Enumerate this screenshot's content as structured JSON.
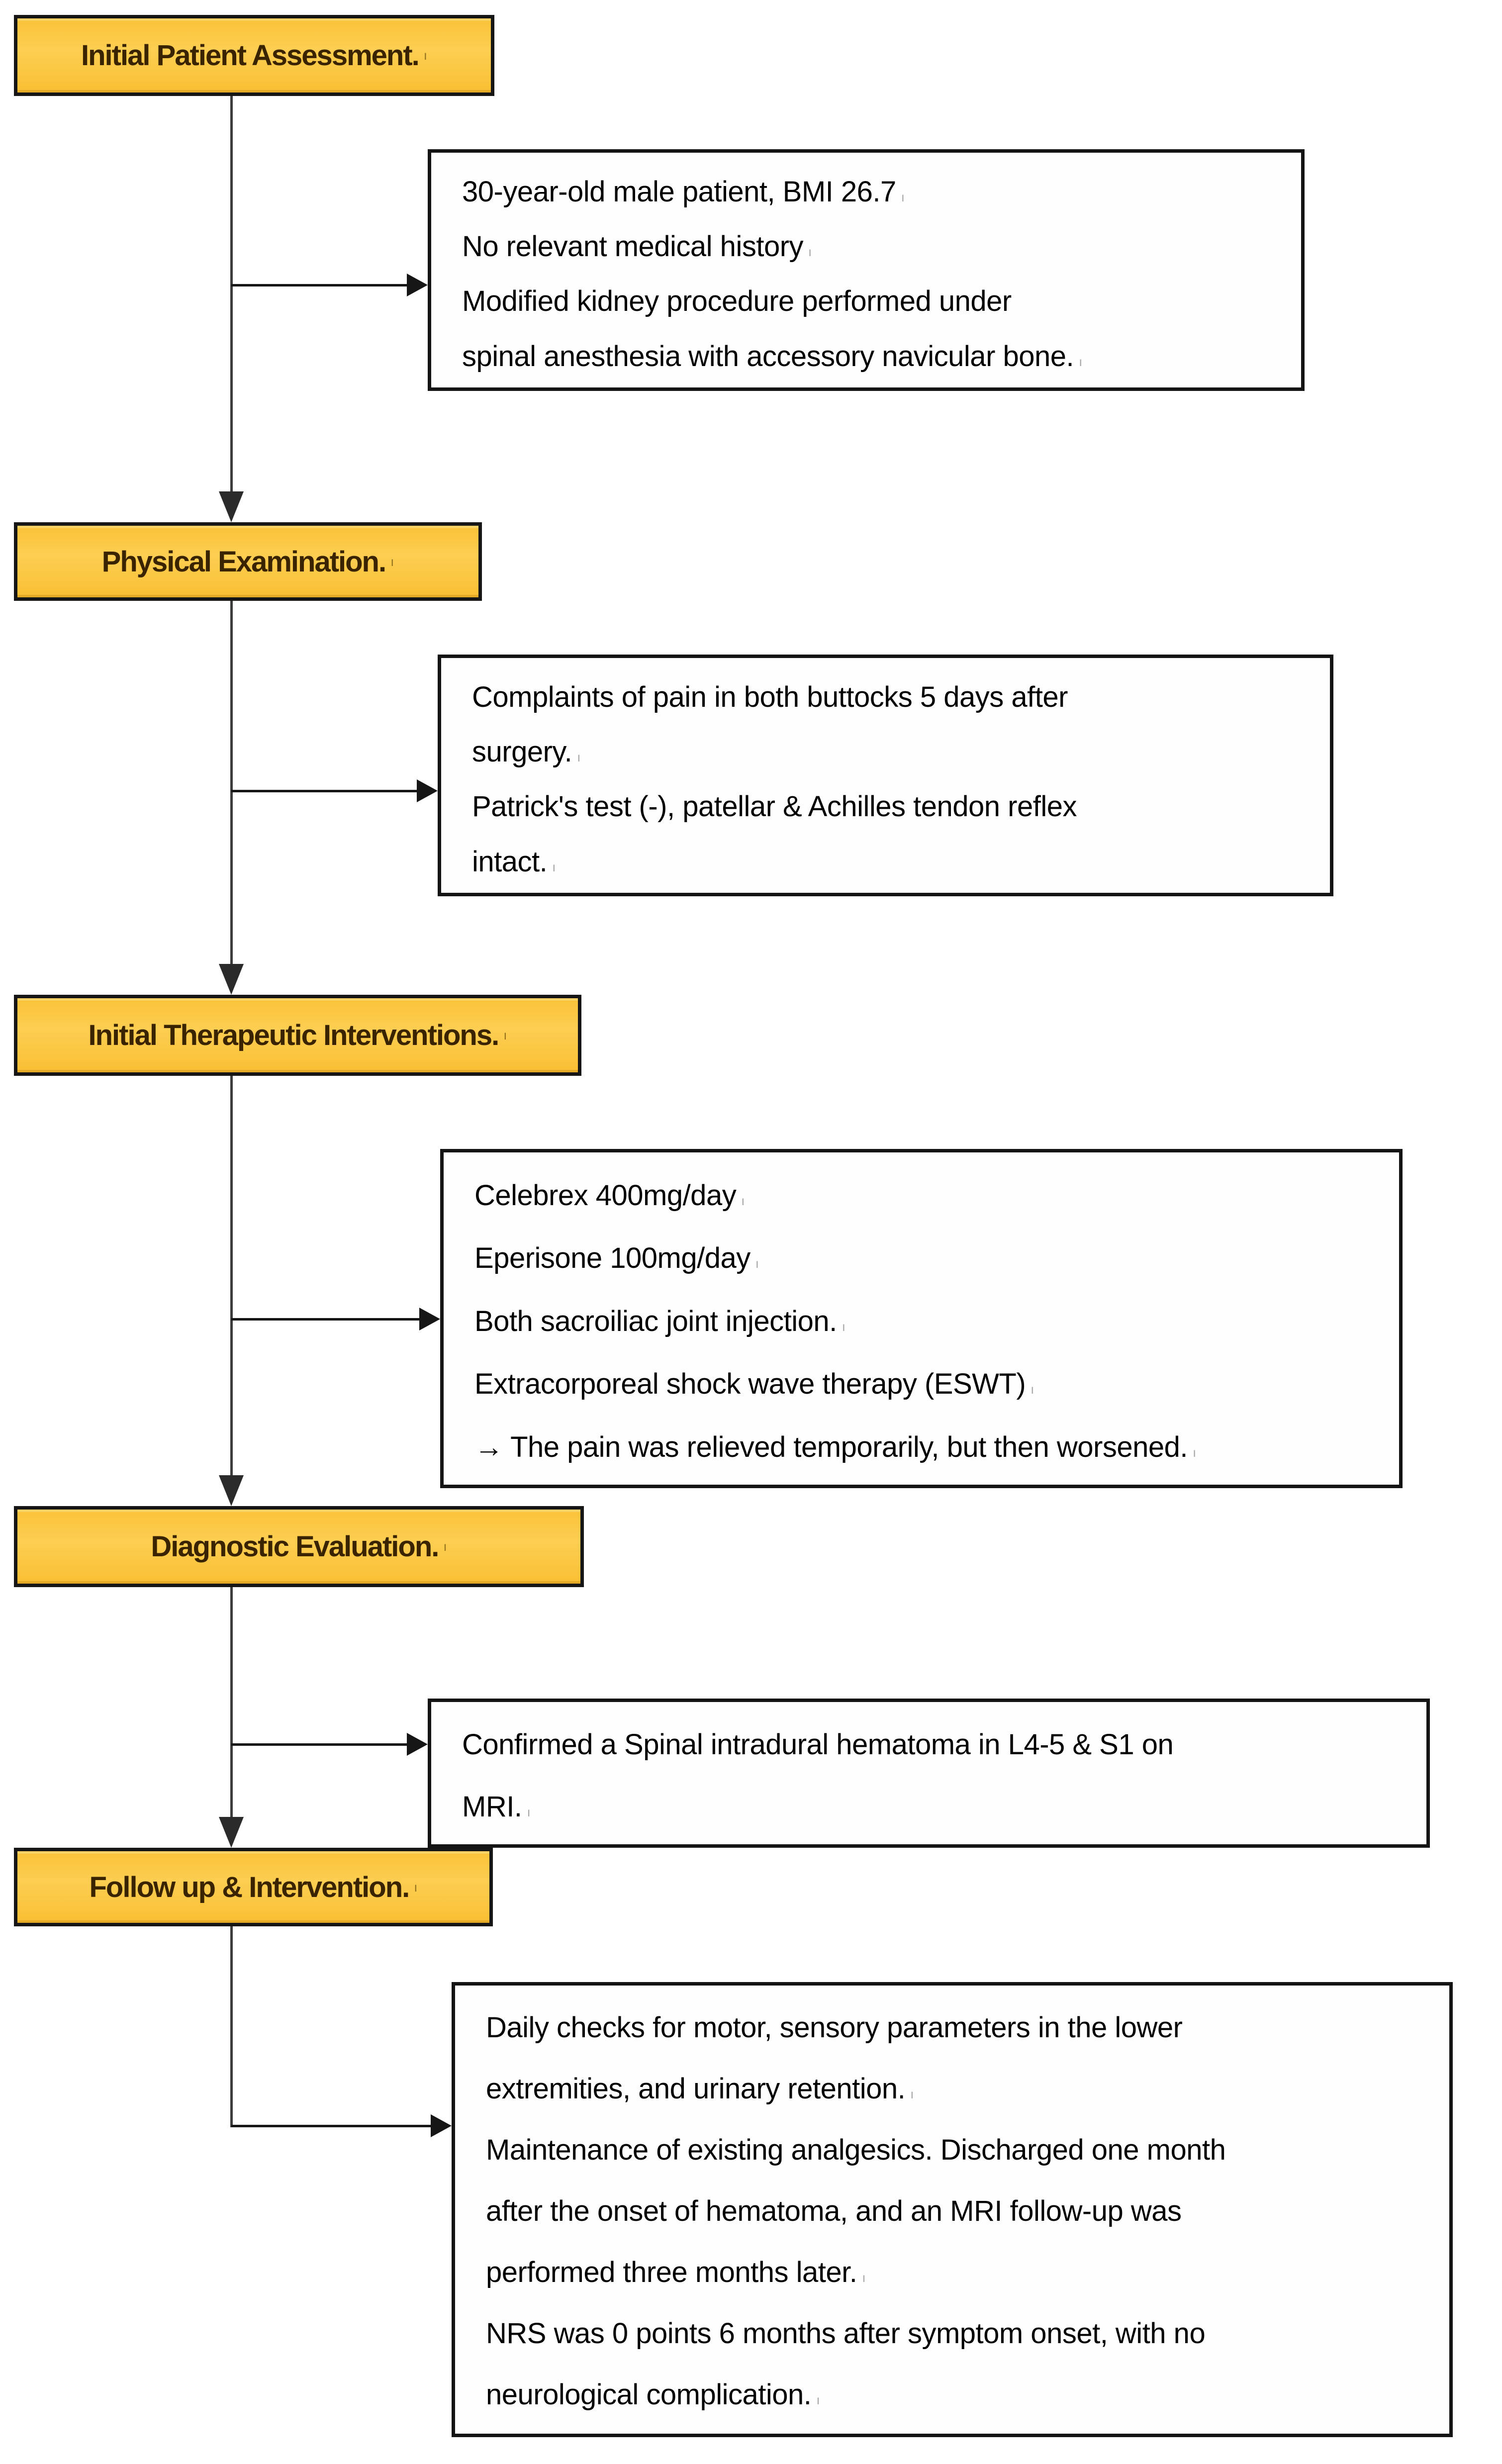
{
  "eop_mark": "ı",
  "colors": {
    "stage_fill": "#fbc43c",
    "stage_border": "#161616",
    "stage_text": "#3a2400",
    "detail_fill": "#fefefe",
    "detail_border": "#141414",
    "detail_text": "#000000",
    "connector": "#3c3c3c",
    "arrowhead": "#161616",
    "page_background": "#ffffff"
  },
  "stages": [
    {
      "label": "Initial Patient Assessment.",
      "detail": {
        "paragraphs": [
          "30-year-old male patient, BMI 26.7",
          "No relevant medical history",
          "Modified kidney procedure performed under\nspinal anesthesia with accessory navicular bone."
        ]
      }
    },
    {
      "label": "Physical Examination.",
      "detail": {
        "paragraphs": [
          "Complaints of pain in both buttocks 5 days after\nsurgery.",
          "Patrick's test (-), patellar & Achilles tendon reflex\nintact."
        ]
      }
    },
    {
      "label": "Initial Therapeutic Interventions.",
      "detail": {
        "paragraphs": [
          "Celebrex 400mg/day",
          "Eperisone 100mg/day",
          "Both sacroiliac joint injection.",
          "Extracorporeal shock wave therapy (ESWT)",
          "→ The pain was relieved temporarily, but then worsened."
        ]
      }
    },
    {
      "label": "Diagnostic Evaluation.",
      "detail": {
        "paragraphs": [
          "Confirmed a Spinal intradural hematoma in L4-5 & S1 on\nMRI."
        ]
      }
    },
    {
      "label": "Follow up & Intervention.",
      "detail": {
        "paragraphs": [
          "Daily checks for motor, sensory parameters in the lower\nextremities, and urinary retention.",
          "Maintenance of existing analgesics. Discharged one month\nafter the onset of hematoma, and an MRI follow-up was\nperformed three months later.",
          "NRS was 0 points 6 months after symptom onset, with no\nneurological complication."
        ]
      }
    }
  ]
}
